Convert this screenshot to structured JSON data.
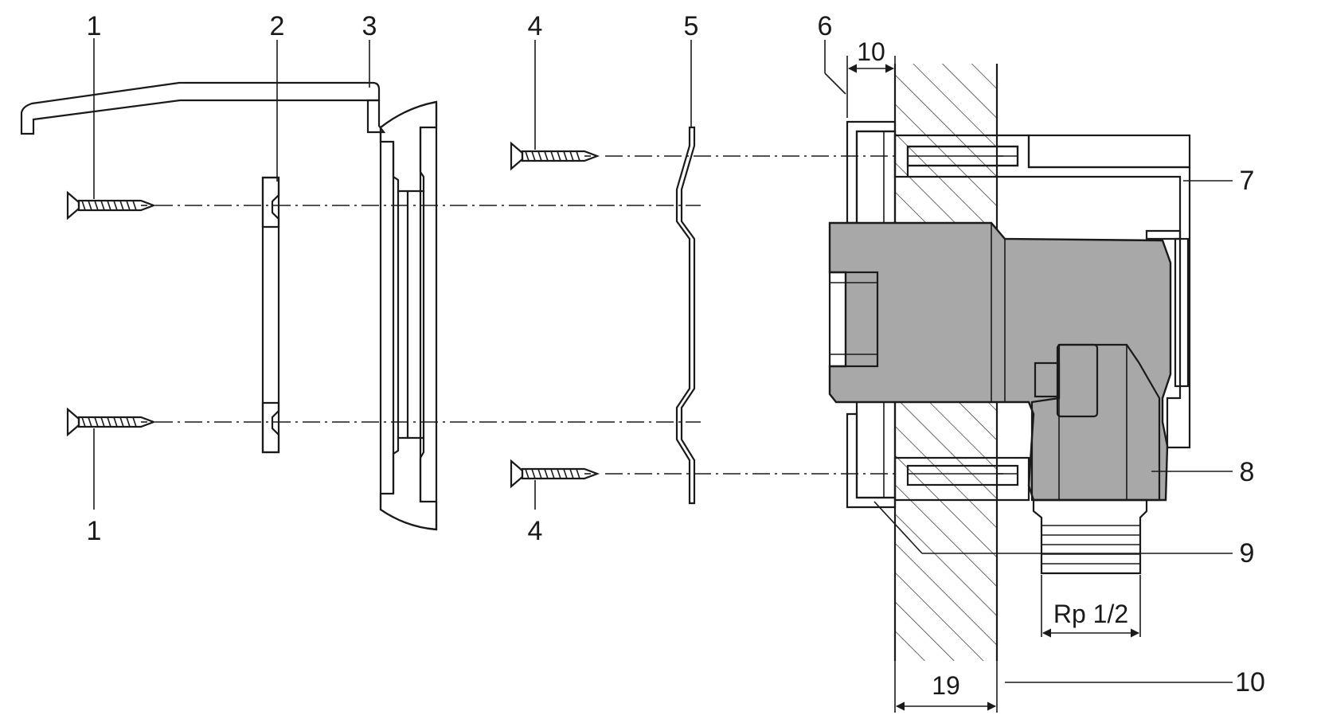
{
  "callouts": {
    "c1_top": "1",
    "c1_bottom": "1",
    "c2": "2",
    "c3": "3",
    "c4_top": "4",
    "c4_bottom": "4",
    "c5": "5",
    "c6": "6",
    "c7": "7",
    "c8": "8",
    "c9": "9",
    "c10": "10"
  },
  "dimensions": {
    "flange_depth": "10",
    "thread": "Rp 1/2",
    "wall_thickness": "19"
  },
  "colors": {
    "stroke": "#1a1a1a",
    "body_fill": "#a8a8a8",
    "hatch": "#1a1a1a"
  }
}
